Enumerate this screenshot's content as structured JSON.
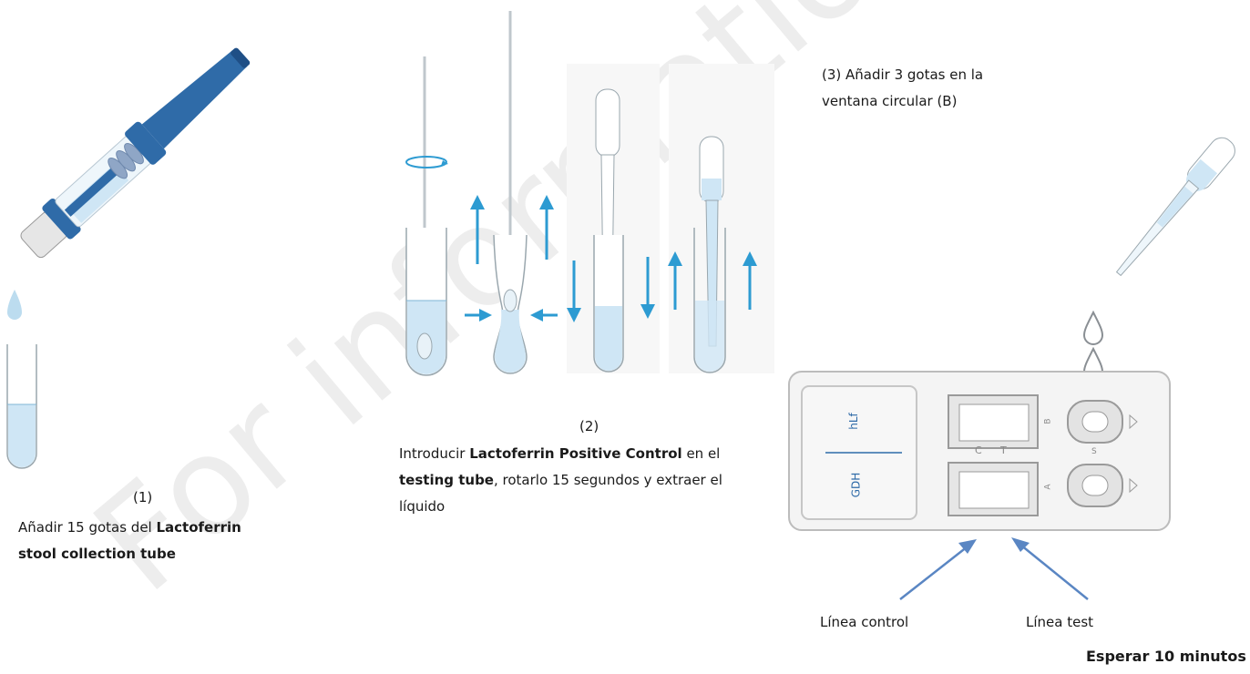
{
  "watermark": "For information",
  "step1": {
    "number": "(1)",
    "text_a": "Añadir 15 gotas del ",
    "text_b": "Lactoferrin",
    "text_c": "stool collection tube"
  },
  "step2": {
    "number": "(2)",
    "t1": "Introducir ",
    "t2": "Lactoferrin Positive Control",
    "t3": " en el",
    "t4": "testing tube",
    "t5": ", rotarlo 15 segundos y extraer el",
    "t6": "líquido"
  },
  "step3": {
    "line1": "(3) Añadir 3 gotas en la",
    "line2": "ventana circular (B)"
  },
  "cassette": {
    "label_top": "hLf",
    "label_bottom": "GDH",
    "window_c": "C",
    "window_t": "T",
    "side_b": "B",
    "side_a": "A",
    "side_s": "S"
  },
  "arrows": {
    "control": "Línea control",
    "test": "Línea test"
  },
  "wait": "Esperar 10 minutos",
  "colors": {
    "tube_blue": "#2f6ba8",
    "liquid": "#cfe6f5",
    "arrow": "#2d9bd2",
    "pointer": "#5a86c3"
  }
}
